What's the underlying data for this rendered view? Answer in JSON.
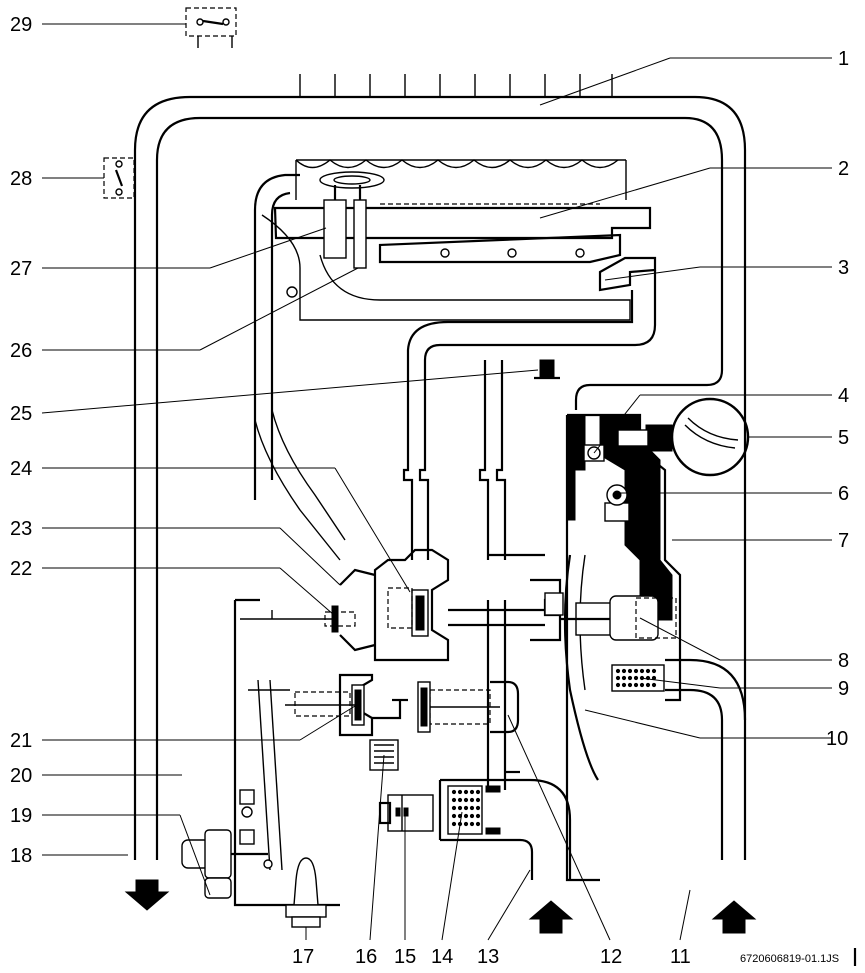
{
  "callouts": [
    {
      "id": "1",
      "label": "1"
    },
    {
      "id": "2",
      "label": "2"
    },
    {
      "id": "3",
      "label": "3"
    },
    {
      "id": "4",
      "label": "4"
    },
    {
      "id": "5",
      "label": "5"
    },
    {
      "id": "6",
      "label": "6"
    },
    {
      "id": "7",
      "label": "7"
    },
    {
      "id": "8",
      "label": "8"
    },
    {
      "id": "9",
      "label": "9"
    },
    {
      "id": "10",
      "label": "10"
    },
    {
      "id": "11",
      "label": "11"
    },
    {
      "id": "12",
      "label": "12"
    },
    {
      "id": "13",
      "label": "13"
    },
    {
      "id": "14",
      "label": "14"
    },
    {
      "id": "15",
      "label": "15"
    },
    {
      "id": "16",
      "label": "16"
    },
    {
      "id": "17",
      "label": "17"
    },
    {
      "id": "18",
      "label": "18"
    },
    {
      "id": "19",
      "label": "19"
    },
    {
      "id": "20",
      "label": "20"
    },
    {
      "id": "21",
      "label": "21"
    },
    {
      "id": "22",
      "label": "22"
    },
    {
      "id": "23",
      "label": "23"
    },
    {
      "id": "24",
      "label": "24"
    },
    {
      "id": "25",
      "label": "25"
    },
    {
      "id": "26",
      "label": "26"
    },
    {
      "id": "27",
      "label": "27"
    },
    {
      "id": "28",
      "label": "28"
    },
    {
      "id": "29",
      "label": "29"
    }
  ],
  "figure_code": "6720606819-01.1JS"
}
